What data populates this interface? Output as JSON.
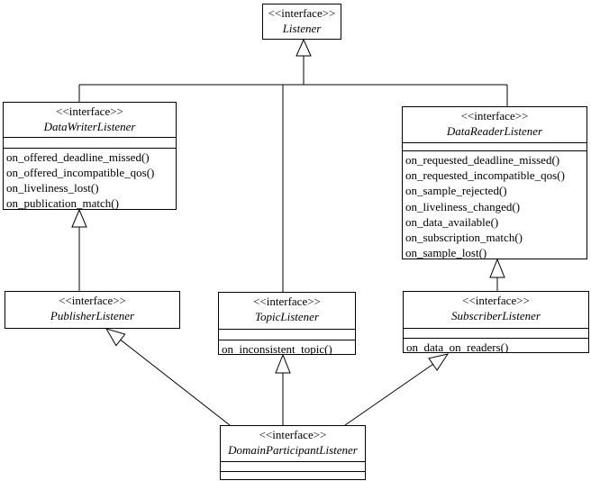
{
  "classes": {
    "listener": {
      "stereotype": "<<interface>>",
      "name": "Listener",
      "methods": []
    },
    "datawriter": {
      "stereotype": "<<interface>>",
      "name": "DataWriterListener",
      "methods": [
        "on_offered_deadline_missed()",
        "on_offered_incompatible_qos()",
        "on_liveliness_lost()",
        "on_publication_match()"
      ]
    },
    "datareader": {
      "stereotype": "<<interface>>",
      "name": "DataReaderListener",
      "methods": [
        "on_requested_deadline_missed()",
        "on_requested_incompatible_qos()",
        "on_sample_rejected()",
        "on_liveliness_changed()",
        "on_data_available()",
        "on_subscription_match()",
        "on_sample_lost()"
      ]
    },
    "publisher": {
      "stereotype": "<<interface>>",
      "name": "PublisherListener",
      "methods": []
    },
    "topic": {
      "stereotype": "<<interface>>",
      "name": "TopicListener",
      "methods": [
        "on_inconsistent_topic()"
      ]
    },
    "subscriber": {
      "stereotype": "<<interface>>",
      "name": "SubscriberListener",
      "methods": [
        "on_data_on_readers()"
      ]
    },
    "domainparticipant": {
      "stereotype": "<<interface>>",
      "name": "DomainParticipantListener",
      "methods": []
    }
  },
  "relationships": [
    {
      "type": "generalization",
      "from": "DataWriterListener",
      "to": "Listener"
    },
    {
      "type": "generalization",
      "from": "TopicListener",
      "to": "Listener"
    },
    {
      "type": "generalization",
      "from": "DataReaderListener",
      "to": "Listener"
    },
    {
      "type": "generalization",
      "from": "PublisherListener",
      "to": "DataWriterListener"
    },
    {
      "type": "generalization",
      "from": "SubscriberListener",
      "to": "DataReaderListener"
    },
    {
      "type": "generalization",
      "from": "DomainParticipantListener",
      "to": "PublisherListener"
    },
    {
      "type": "generalization",
      "from": "DomainParticipantListener",
      "to": "TopicListener"
    },
    {
      "type": "generalization",
      "from": "DomainParticipantListener",
      "to": "SubscriberListener"
    }
  ],
  "colors": {
    "line": "#000000",
    "background": "#ffffff",
    "text": "#000000"
  }
}
